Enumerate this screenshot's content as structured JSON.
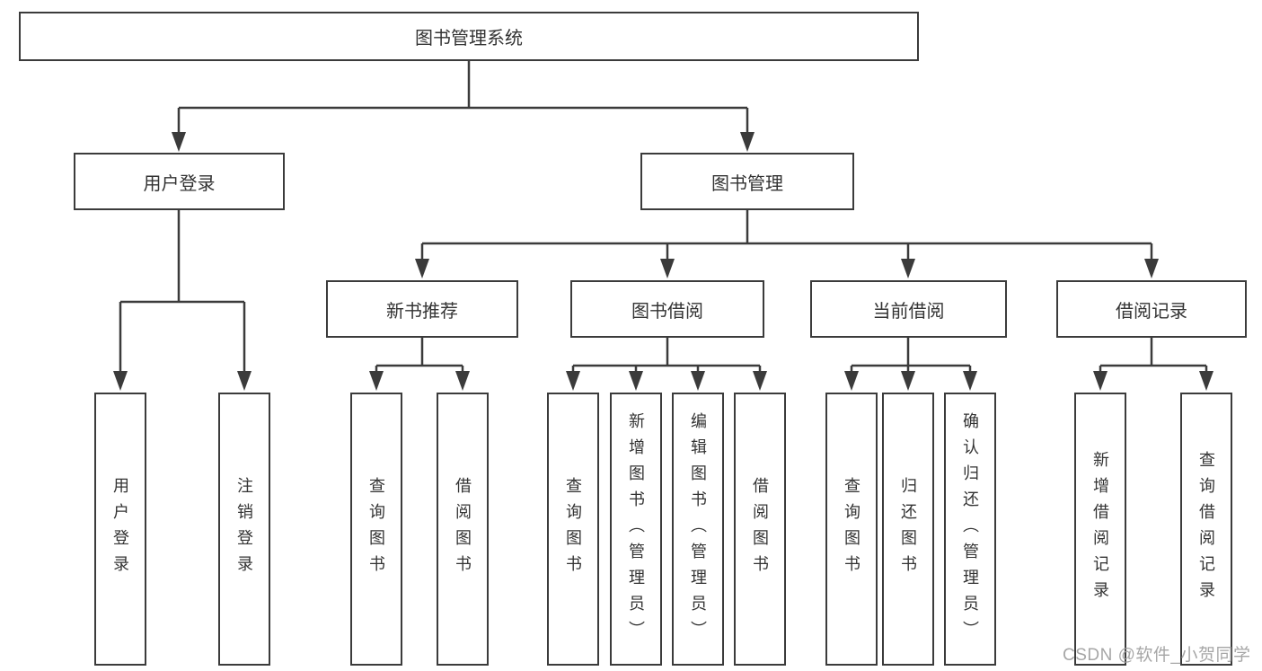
{
  "colors": {
    "background": "#ffffff",
    "box_border": "#3b3b3b",
    "box_fill": "#ffffff",
    "text": "#333333",
    "connector": "#3b3b3b",
    "watermark": "#9f9f9f"
  },
  "tree": {
    "label": "图书管理系统",
    "children": [
      {
        "label": "用户登录",
        "children": [
          {
            "label": "用户登录"
          },
          {
            "label": "注销登录"
          }
        ]
      },
      {
        "label": "图书管理",
        "children": [
          {
            "label": "新书推荐",
            "children": [
              {
                "label": "查询图书"
              },
              {
                "label": "借阅图书"
              }
            ]
          },
          {
            "label": "图书借阅",
            "children": [
              {
                "label": "查询图书"
              },
              {
                "label": "新增图书（管理员）"
              },
              {
                "label": "编辑图书（管理员）"
              },
              {
                "label": "借阅图书"
              }
            ]
          },
          {
            "label": "当前借阅",
            "children": [
              {
                "label": "查询图书"
              },
              {
                "label": "归还图书"
              },
              {
                "label": "确认归还（管理员）"
              }
            ]
          },
          {
            "label": "借阅记录",
            "children": [
              {
                "label": "新增借阅记录"
              },
              {
                "label": "查询借阅记录"
              }
            ]
          }
        ]
      }
    ]
  },
  "watermark": {
    "text": "CSDN @软件_小贺同学"
  }
}
